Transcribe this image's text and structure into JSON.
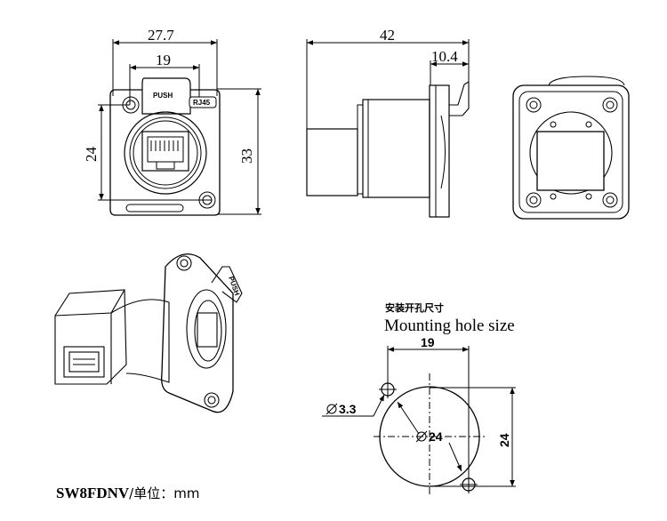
{
  "front_view": {
    "width_label": "27.7",
    "inner_width_label": "19",
    "left_height_label": "24",
    "right_height_label": "33",
    "push_label": "PUSH",
    "rj45_label": "RJ45"
  },
  "side_view": {
    "length_label": "42",
    "depth_label": "10.4"
  },
  "iso_view": {
    "push_label": "PUSH"
  },
  "mounting_hole": {
    "title_cn": "安装开孔尺寸",
    "title_en": "Mounting hole size",
    "width_label": "19",
    "height_label": "24",
    "small_hole_label": "3.3",
    "big_hole_label": "24"
  },
  "footer": {
    "model": "SW8FDNV",
    "unit": "/单位：mm"
  }
}
